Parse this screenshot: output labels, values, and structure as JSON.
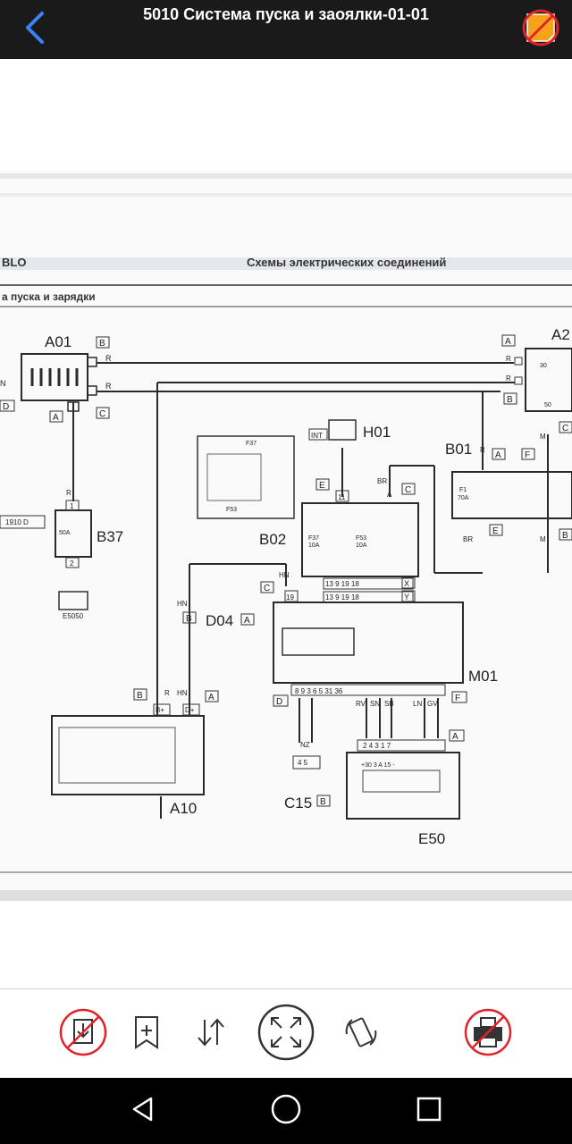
{
  "app": {
    "title": "5010 Система пуска и заоялки-01-01"
  },
  "colors": {
    "topbar": "#1a1a1a",
    "back_arrow": "#3b82f6",
    "note_orange": "#f6a21a",
    "prohibited_red": "#e0232a",
    "navbar": "#000000"
  },
  "icons": {
    "back": "chevron-left-icon",
    "note": "sticky-note-icon",
    "download": "download-icon",
    "bookmark": "bookmark-add-icon",
    "sort": "sort-arrows-icon",
    "fit": "fit-screen-icon",
    "rotate": "rotate-icon",
    "print": "printer-icon"
  },
  "document": {
    "header_left": "BLO",
    "header_center": "Схемы электрических соединений",
    "subtitle": "а пуска и зарядки",
    "components": {
      "a01": "A01",
      "a2": "A2",
      "h01": "H01",
      "b01": "B01",
      "b37": "B37",
      "b02": "B02",
      "d04": "D04",
      "m01": "M01",
      "a10": "A10",
      "c15": "C15",
      "e50": "E50",
      "e5050": "E5050",
      "p1910": "1910 D",
      "int": "INT",
      "f37": "F37",
      "f53": "F53",
      "f1": "F1",
      "f1_rating": "70A",
      "f37_rating": "10A",
      "f53_rating": "10A",
      "fuse_50a": "50A"
    },
    "connectors": {
      "a": "A",
      "b": "B",
      "c": "C",
      "d": "D",
      "e": "E",
      "f": "F",
      "x": "X",
      "y": "Y"
    },
    "wire_labels": {
      "r": "R",
      "n": "N",
      "hn": "HN",
      "br": "BR",
      "m": "M",
      "nz": "NZ",
      "rv": "RV",
      "sn": "SN",
      "sb": "SB",
      "ln": "LN",
      "gv": "GV",
      "b_plus": "B+",
      "d_plus": "D+",
      "pin_30": "30",
      "pin_50": "50",
      "pin_11": "11"
    },
    "pins": {
      "b02_row1": "13  9      19  18",
      "b02_row2": "13  9      19  18",
      "m01_row": "8  9          3  6  5    31 36",
      "e50_row": "2  4  3         1  7",
      "c15_row": "4  5",
      "e50_inner": "+30  3   A     15  -",
      "pin_19": "19",
      "pin_1": "1",
      "pin_2": "2"
    }
  }
}
